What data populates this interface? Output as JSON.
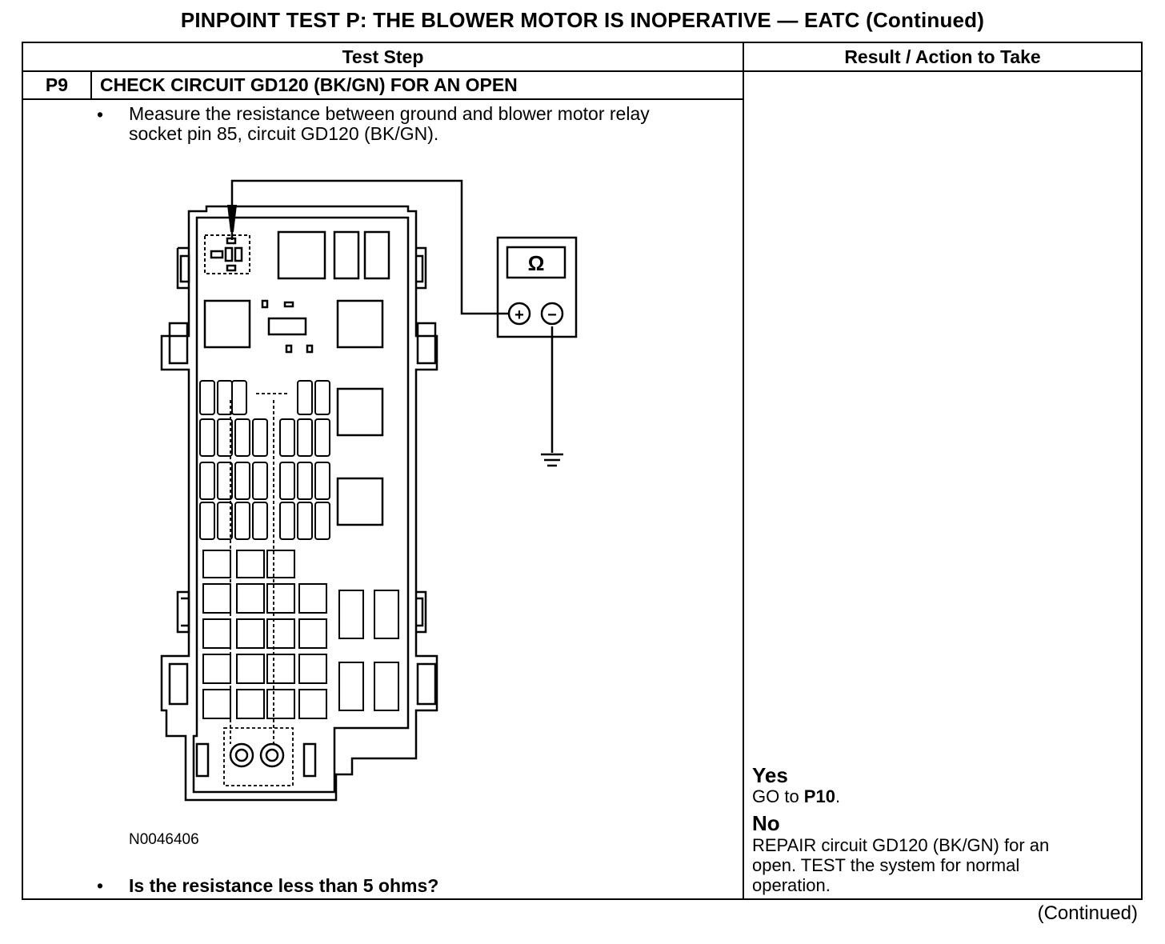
{
  "title": "PINPOINT TEST P: THE BLOWER MOTOR IS INOPERATIVE — EATC (Continued)",
  "table": {
    "col_test_step": "Test Step",
    "col_result": "Result / Action to Take",
    "step_id": "P9",
    "step_title": "CHECK CIRCUIT GD120 (BK/GN) FOR AN OPEN",
    "bullet_glyph": "•",
    "instruction_line1": "Measure the resistance between ground and blower motor relay",
    "instruction_line2": "socket pin 85, circuit GD120 (BK/GN).",
    "figure_id": "N0046406",
    "question": "Is the resistance less than 5 ohms?"
  },
  "meter": {
    "symbol": "Ω",
    "plus": "+",
    "minus": "−"
  },
  "result": {
    "yes_label": "Yes",
    "yes_pre": "GO to ",
    "yes_target": "P10",
    "yes_post": ".",
    "no_label": "No",
    "no_line1": "REPAIR circuit GD120 (BK/GN) for an",
    "no_line2": "open. TEST the system for normal",
    "no_line3": "operation."
  },
  "footer": "(Continued)"
}
